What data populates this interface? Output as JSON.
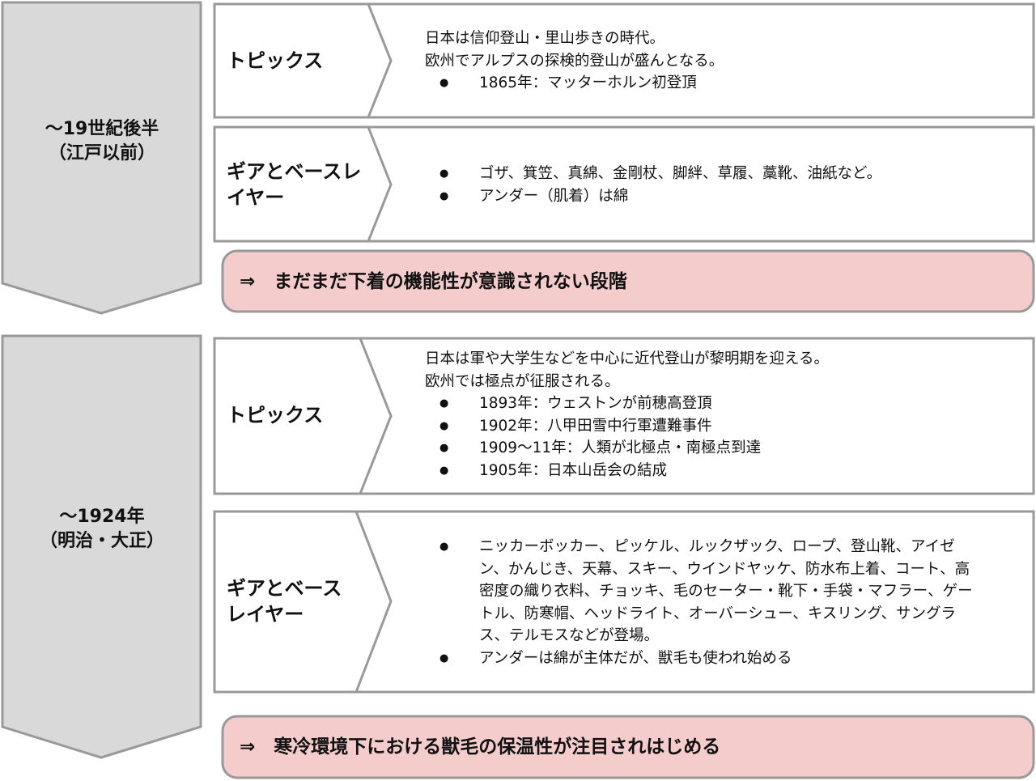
{
  "colors": {
    "arrow_fill": "#d9d9d9",
    "border": "#999999",
    "pink": "#f4cccc"
  },
  "sections": [
    {
      "era": [
        "～19世紀後半",
        "（江戸以前）"
      ],
      "topics_label": "トピックス",
      "topics_lines": [
        "日本は信仰登山・里山歩きの時代。",
        "欧州でアルプスの探検的登山が盛んとなる。"
      ],
      "topics_bullets": [
        "1865年：マッターホルン初登頂"
      ],
      "gear_label": "ギアとベースレイヤー",
      "gear_bullets": [
        "ゴザ、箕笠、真綿、金剛杖、脚絆、草履、藁靴、油紙など。",
        "アンダー（肌着）は綿"
      ],
      "conclusion": "⇒　まだまだ下着の機能性が意識されない段階"
    },
    {
      "era": [
        "～1924年",
        "（明治・大正）"
      ],
      "topics_label": "トピックス",
      "topics_lines": [
        "日本は軍や大学生などを中心に近代登山が黎明期を迎える。",
        "欧州では極点が征服される。"
      ],
      "topics_bullets": [
        "1893年：ウェストンが前穂高登頂",
        "1902年：八甲田雪中行軍遭難事件",
        "1909～11年：人類が北極点・南極点到達",
        "1905年：日本山岳会の結成"
      ],
      "gear_label": "ギアとベースレイヤー",
      "gear_bullets": [
        "ニッカーボッカー、ピッケル、ルックザック、ロープ、登山靴、アイゼン、かんじき、天幕、スキー、ウインドヤッケ、防水布上着、コート、高密度の織り衣料、チョッキ、毛のセーター・靴下・手袋・マフラー、ゲートル、防寒帽、ヘッドライト、オーバーシュー、キスリング、サングラス、テルモスなどが登場。",
        "アンダーは綿が主体だが、獣毛も使われ始める"
      ],
      "conclusion": "⇒　寒冷環境下における獣毛の保温性が注目されはじめる"
    }
  ]
}
